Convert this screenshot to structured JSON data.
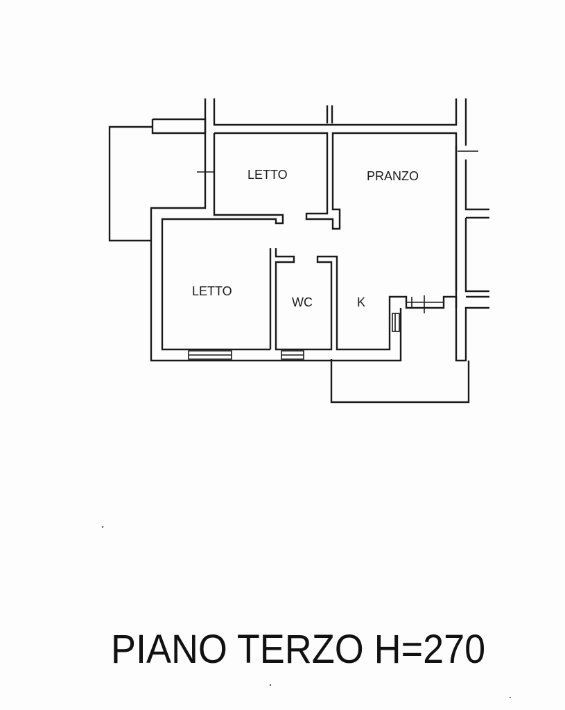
{
  "plan": {
    "rooms": [
      {
        "id": "letto-upper",
        "label": "LETTO"
      },
      {
        "id": "pranzo",
        "label": "PRANZO"
      },
      {
        "id": "letto-lower",
        "label": "LETTO"
      },
      {
        "id": "wc",
        "label": "WC"
      },
      {
        "id": "kitchen",
        "label": "K"
      }
    ]
  },
  "title": {
    "text": "PIANO TERZO H=270"
  }
}
